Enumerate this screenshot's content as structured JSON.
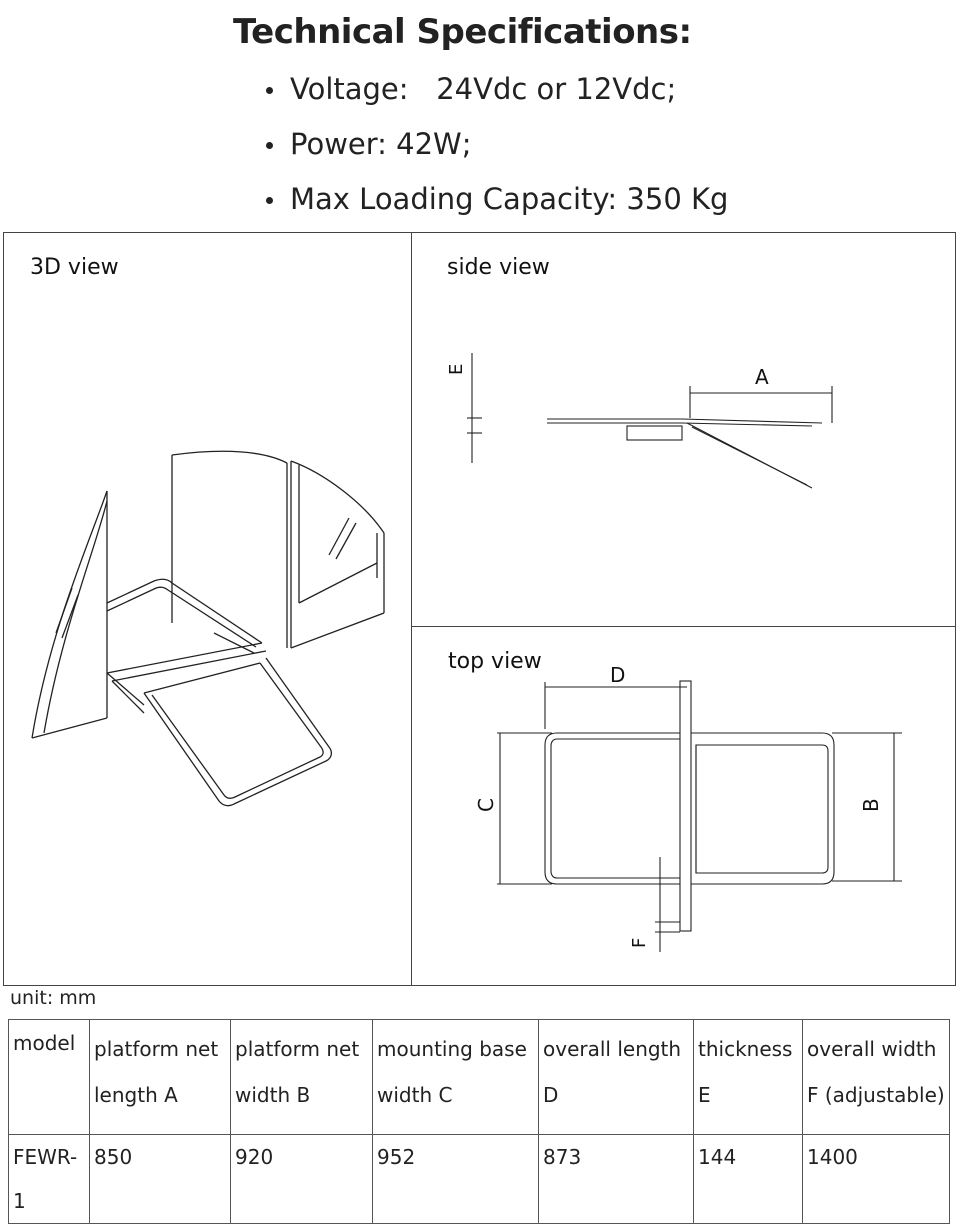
{
  "title": "Technical Specifications:",
  "specs": [
    "Voltage:   24Vdc or 12Vdc;",
    "Power: 42W;",
    "Max Loading Capacity: 350 Kg"
  ],
  "figure": {
    "view_3d": "3D view",
    "side_view": "side view",
    "top_view": "top view",
    "dim_labels": {
      "A": "A",
      "B": "B",
      "C": "C",
      "D": "D",
      "E": "E",
      "F": "F"
    }
  },
  "unit_label": "unit: mm",
  "table": {
    "headers": [
      "model",
      "platform net length A",
      "platform net width B",
      "mounting base width C",
      "overall length D",
      "thickness E",
      "overall width F (adjustable)"
    ],
    "rows": [
      [
        "FEWR-1",
        "850",
        "920",
        "952",
        "873",
        "144",
        "1400"
      ]
    ]
  }
}
